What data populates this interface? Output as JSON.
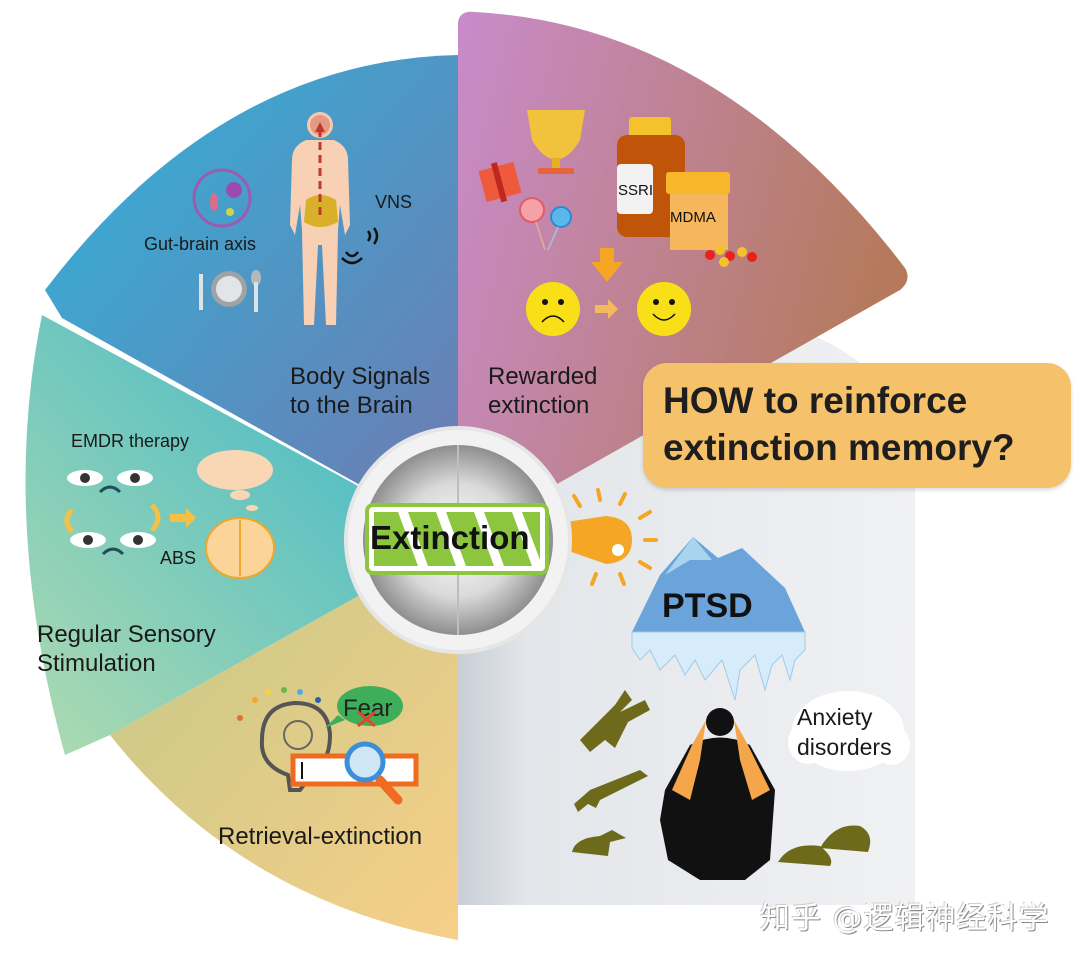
{
  "title": "HOW to reinforce extinction memory?",
  "question_box": {
    "line1": "HOW to reinforce",
    "line2": "extinction memory?",
    "color": "#f5c26b"
  },
  "center": {
    "label": "Extinction",
    "battery_color": "#8cc63f"
  },
  "segments": [
    {
      "id": "body-signals",
      "title_line1": "Body Signals",
      "title_line2": "to the Brain",
      "color_from": "#2fb3d9",
      "color_to": "#6d7fb5",
      "sub_labels": [
        "Gut-brain axis",
        "VNS"
      ]
    },
    {
      "id": "rewarded-extinction",
      "title_line1": "Rewarded",
      "title_line2": "extinction",
      "color_from": "#c589c6",
      "color_to": "#b87b62",
      "sub_labels": [
        "SSRI",
        "MDMA"
      ]
    },
    {
      "id": "regular-sensory",
      "title_line1": "Regular Sensory",
      "title_line2": "Stimulation",
      "color_from": "#a8d8b0",
      "color_to": "#39b6cc",
      "sub_labels": [
        "EMDR therapy",
        "ABS"
      ]
    },
    {
      "id": "retrieval-extinction",
      "title_line1": "Retrieval-extinction",
      "color_from": "#c9c98a",
      "color_to": "#f5cf85",
      "sub_labels": [
        "Fear"
      ]
    },
    {
      "id": "ptsd-panel",
      "title_line1": "PTSD",
      "color_from": "#d8dde3",
      "color_to": "#eef0f2",
      "sub_labels": [
        "Anxiety",
        "disorders"
      ]
    }
  ],
  "watermark": "知乎 @逻辑神经科学"
}
